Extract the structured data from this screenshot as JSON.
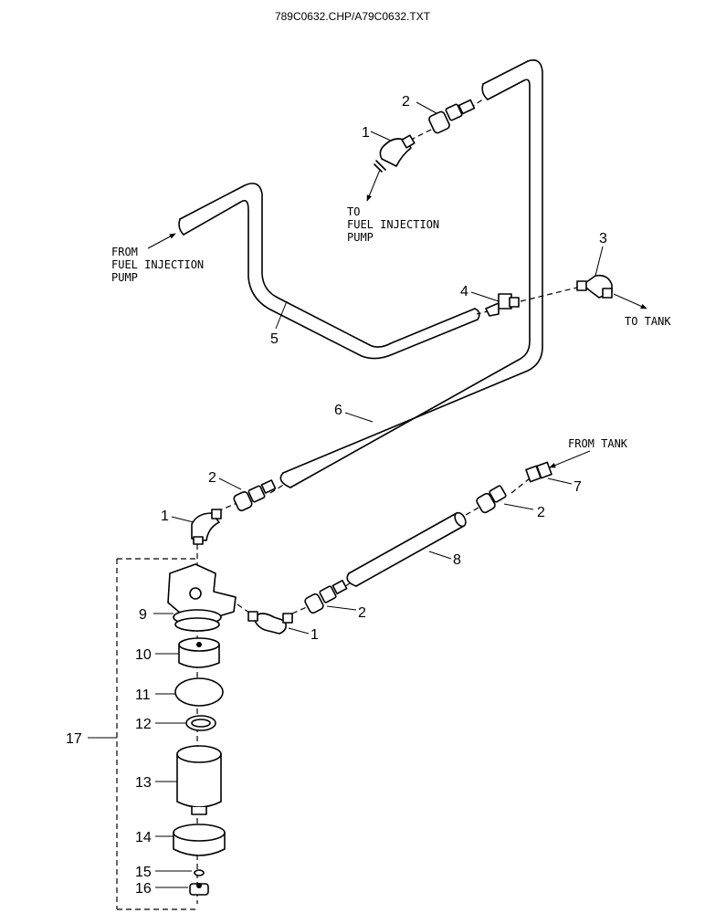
{
  "header": {
    "file_ref": "789C0632.CHP/A79C0632.TXT"
  },
  "flow_labels": {
    "from_pump": [
      "FROM",
      "FUEL INJECTION",
      "PUMP"
    ],
    "to_pump": [
      "TO",
      "FUEL INJECTION",
      "PUMP"
    ],
    "to_tank": "TO TANK",
    "from_tank": "FROM TANK"
  },
  "callouts": {
    "c1_top": "1",
    "c2_top": "2",
    "c3": "3",
    "c4": "4",
    "c5": "5",
    "c6": "6",
    "c2_mid": "2",
    "c1_mid": "1",
    "c7": "7",
    "c2_right": "2",
    "c8": "8",
    "c2_low": "2",
    "c1_low": "1",
    "c9": "9",
    "c10": "10",
    "c11": "11",
    "c12": "12",
    "c13": "13",
    "c14": "14",
    "c15": "15",
    "c16": "16",
    "c17": "17"
  }
}
